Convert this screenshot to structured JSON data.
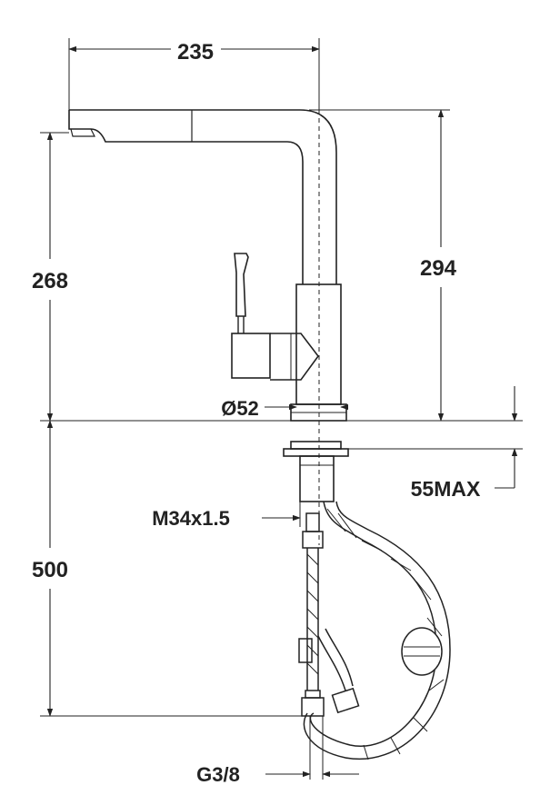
{
  "dimensions": {
    "spout_reach": "235",
    "spout_height": "268",
    "total_height": "294",
    "body_diameter": "Ø52",
    "deck_thickness": "55MAX",
    "thread": "M34x1.5",
    "below_deck_length": "500",
    "connection": "G3/8"
  },
  "colors": {
    "line": "#222222",
    "background": "#ffffff"
  }
}
